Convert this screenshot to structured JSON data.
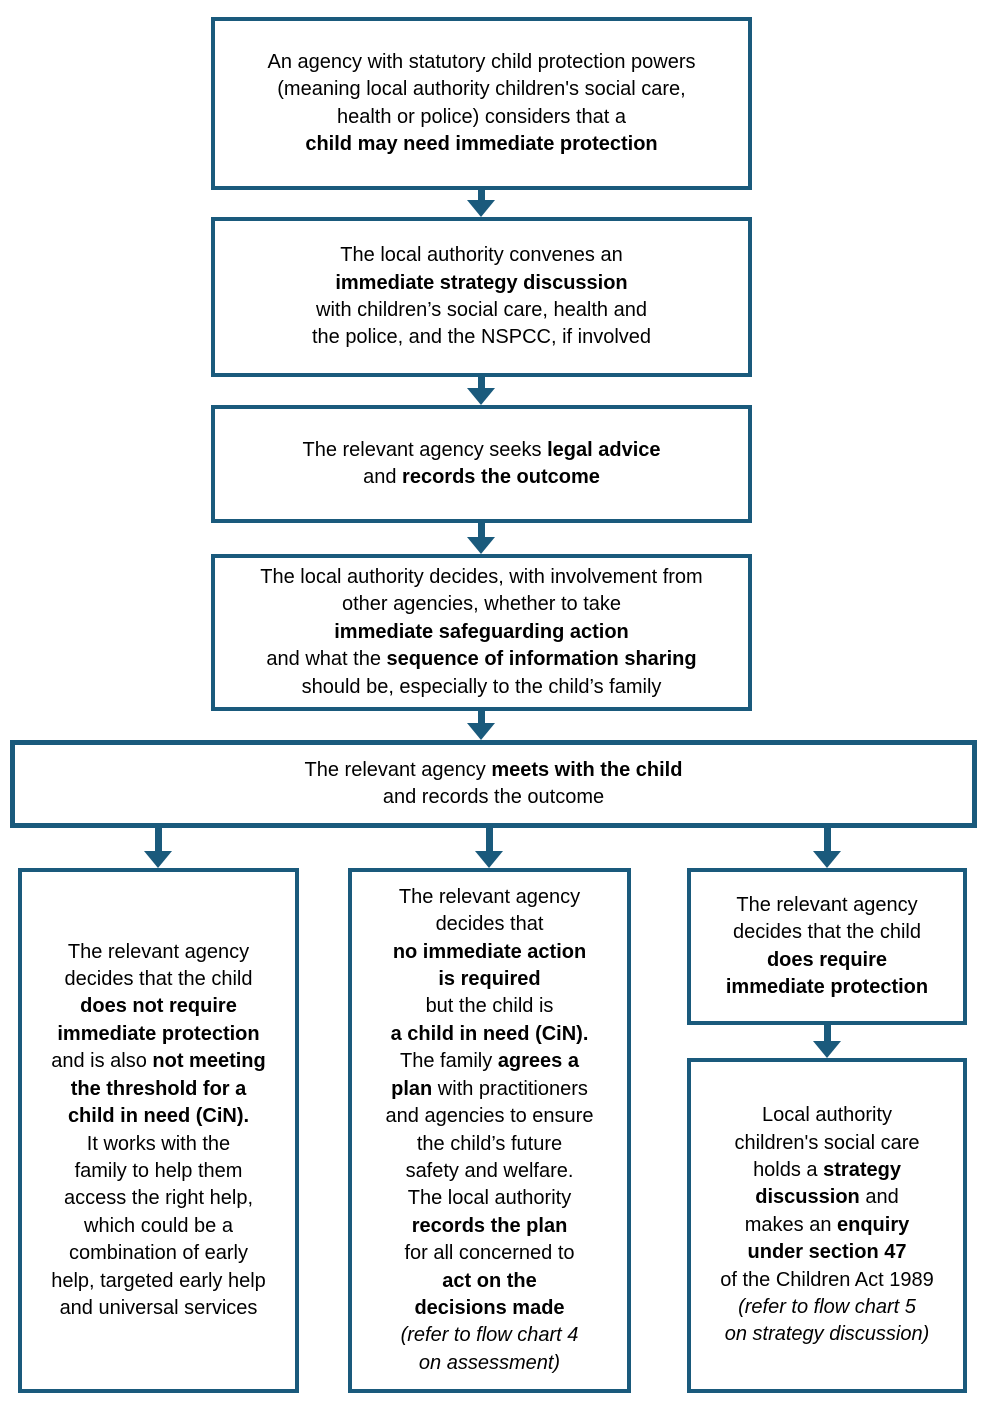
{
  "colors": {
    "line": "#1a5a7c",
    "background": "#ffffff",
    "text": "#000000"
  },
  "boxes": {
    "agency_considers": {
      "lines": [
        [
          {
            "t": "An agency with statutory child protection powers"
          }
        ],
        [
          {
            "t": "(meaning local authority children's social care,"
          }
        ],
        [
          {
            "t": "health or police) considers that a"
          }
        ],
        [
          {
            "t": "child may need immediate protection",
            "b": true
          }
        ]
      ]
    },
    "strategy_discussion": {
      "lines": [
        [
          {
            "t": "The local authority convenes an"
          }
        ],
        [
          {
            "t": "immediate strategy discussion",
            "b": true
          }
        ],
        [
          {
            "t": "with children’s social care, health and"
          }
        ],
        [
          {
            "t": "the police, and the NSPCC, if involved"
          }
        ]
      ]
    },
    "legal_advice": {
      "lines": [
        [
          {
            "t": "The relevant agency seeks "
          },
          {
            "t": "legal advice",
            "b": true
          }
        ],
        [
          {
            "t": "and "
          },
          {
            "t": "records the outcome",
            "b": true
          }
        ]
      ]
    },
    "safeguarding_decision": {
      "lines": [
        [
          {
            "t": "The local authority decides, with involvement from"
          }
        ],
        [
          {
            "t": "other agencies, whether to take"
          }
        ],
        [
          {
            "t": "immediate safeguarding action",
            "b": true
          }
        ],
        [
          {
            "t": "and what the "
          },
          {
            "t": "sequence of information sharing",
            "b": true
          }
        ],
        [
          {
            "t": "should be, especially to the child’s family"
          }
        ]
      ]
    },
    "meets_child": {
      "lines": [
        [
          {
            "t": "The relevant agency "
          },
          {
            "t": "meets with the child",
            "b": true
          }
        ],
        [
          {
            "t": "and records the outcome"
          }
        ]
      ]
    },
    "no_protection_no_cin": {
      "lines": [
        [
          {
            "t": "The relevant agency"
          }
        ],
        [
          {
            "t": "decides that the child"
          }
        ],
        [
          {
            "t": "does not require",
            "b": true
          }
        ],
        [
          {
            "t": "immediate protection",
            "b": true
          }
        ],
        [
          {
            "t": "and is also "
          },
          {
            "t": "not meeting",
            "b": true
          }
        ],
        [
          {
            "t": "the threshold for a",
            "b": true
          }
        ],
        [
          {
            "t": "child in need (CiN).",
            "b": true
          }
        ],
        [
          {
            "t": "It works with the"
          }
        ],
        [
          {
            "t": "family to help them"
          }
        ],
        [
          {
            "t": "access the right help,"
          }
        ],
        [
          {
            "t": "which could be a"
          }
        ],
        [
          {
            "t": "combination of early"
          }
        ],
        [
          {
            "t": "help, targeted early help"
          }
        ],
        [
          {
            "t": "and universal services"
          }
        ]
      ]
    },
    "no_action_cin_plan": {
      "lines": [
        [
          {
            "t": "The relevant agency"
          }
        ],
        [
          {
            "t": "decides that"
          }
        ],
        [
          {
            "t": "no immediate action",
            "b": true
          }
        ],
        [
          {
            "t": "is required",
            "b": true
          }
        ],
        [
          {
            "t": "but the child is"
          }
        ],
        [
          {
            "t": "a child in need (CiN).",
            "b": true
          }
        ],
        [
          {
            "t": "The family "
          },
          {
            "t": "agrees a",
            "b": true
          }
        ],
        [
          {
            "t": "plan",
            "b": true
          },
          {
            "t": " with practitioners"
          }
        ],
        [
          {
            "t": "and agencies to ensure"
          }
        ],
        [
          {
            "t": "the child’s future"
          }
        ],
        [
          {
            "t": "safety and welfare."
          }
        ],
        [
          {
            "t": "The local authority"
          }
        ],
        [
          {
            "t": "records the plan",
            "b": true
          }
        ],
        [
          {
            "t": "for all concerned to"
          }
        ],
        [
          {
            "t": "act on the",
            "b": true
          }
        ],
        [
          {
            "t": "decisions made",
            "b": true
          }
        ],
        [
          {
            "t": "(refer to flow chart 4",
            "i": true
          }
        ],
        [
          {
            "t": "on assessment)",
            "i": true
          }
        ]
      ]
    },
    "requires_protection": {
      "lines": [
        [
          {
            "t": "The relevant agency"
          }
        ],
        [
          {
            "t": "decides that the child"
          }
        ],
        [
          {
            "t": "does require",
            "b": true
          }
        ],
        [
          {
            "t": "immediate protection",
            "b": true
          }
        ]
      ]
    },
    "section_47_enquiry": {
      "lines": [
        [
          {
            "t": "Local authority"
          }
        ],
        [
          {
            "t": "children's social care"
          }
        ],
        [
          {
            "t": "holds a "
          },
          {
            "t": "strategy",
            "b": true
          }
        ],
        [
          {
            "t": "discussion",
            "b": true
          },
          {
            "t": " and"
          }
        ],
        [
          {
            "t": "makes an "
          },
          {
            "t": "enquiry",
            "b": true
          }
        ],
        [
          {
            "t": "under section 47",
            "b": true
          }
        ],
        [
          {
            "t": "of the Children Act 1989"
          }
        ],
        [
          {
            "t": "(refer to flow chart 5",
            "i": true
          }
        ],
        [
          {
            "t": "on strategy discussion)",
            "i": true
          }
        ]
      ]
    }
  }
}
